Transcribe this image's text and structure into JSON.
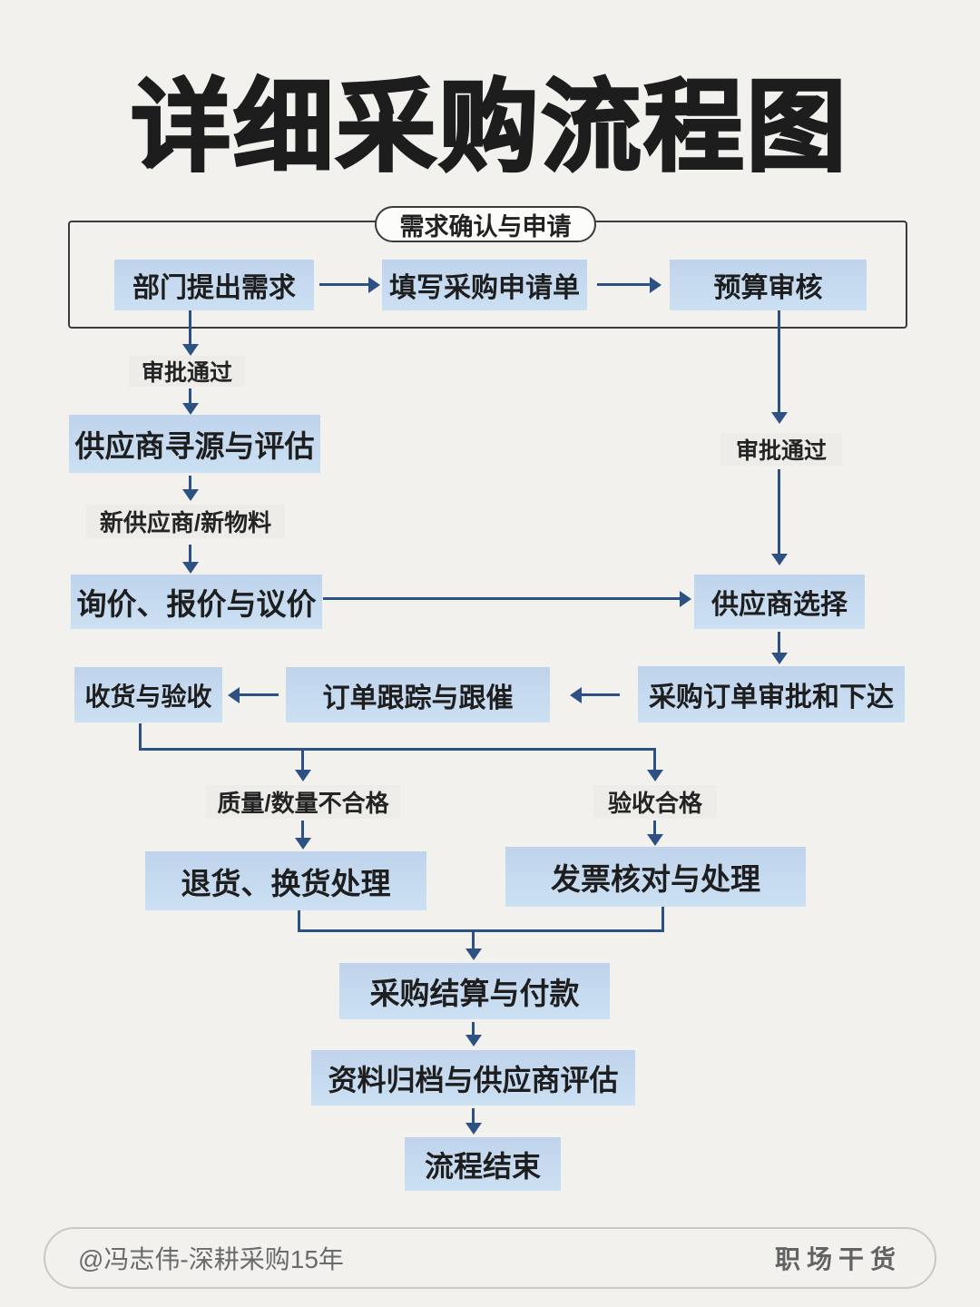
{
  "title": "详细采购流程图",
  "flow": {
    "group_label": "需求确认与申请",
    "nodes": {
      "dept_request": "部门提出需求",
      "fill_form": "填写采购申请单",
      "budget_review": "预算审核",
      "supplier_sourcing": "供应商寻源与评估",
      "inquiry": "询价、报价与议价",
      "supplier_select": "供应商选择",
      "po_approve": "采购订单审批和下达",
      "order_tracking": "订单跟踪与跟催",
      "receiving": "收货与验收",
      "return_exchange": "退货、换货处理",
      "invoice_check": "发票核对与处理",
      "settlement": "采购结算与付款",
      "archive": "资料归档与供应商评估",
      "end": "流程结束"
    },
    "edge_labels": {
      "approve_left": "审批通过",
      "new_supplier": "新供应商/新物料",
      "approve_right": "审批通过",
      "unqualified": "质量/数量不合格",
      "qualified": "验收合格"
    }
  },
  "footer": {
    "author": "@冯志伟-深耕采购15年",
    "tag": "职场干货"
  },
  "colors": {
    "page_bg": "#f2f1ee",
    "node_fill": "#c6daf0",
    "edge_label_fill": "#edece9",
    "arrow": "#2e5184",
    "group_border": "#3b3b3b",
    "title_text": "#1d1d1d",
    "footer_text": "#6b6b6b"
  }
}
